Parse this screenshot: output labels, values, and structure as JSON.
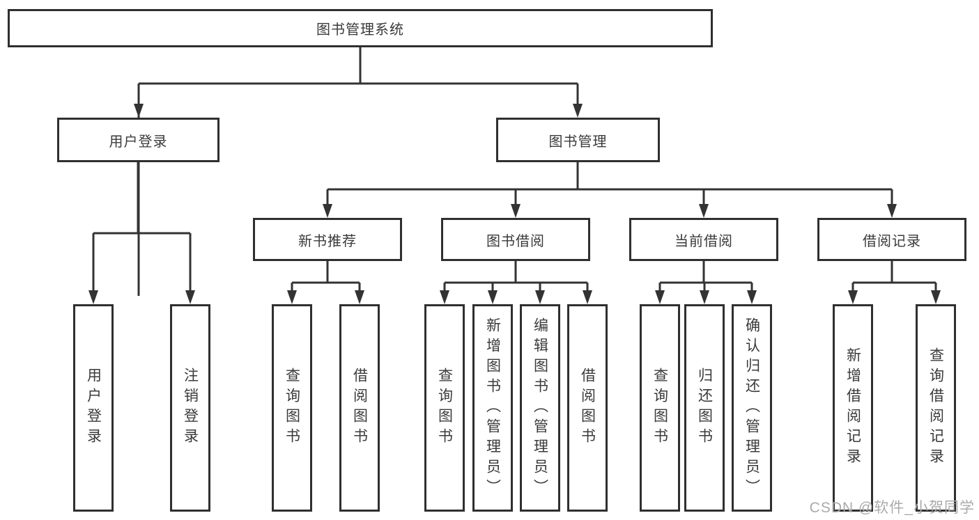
{
  "root": {
    "label": "图书管理系统"
  },
  "user_login": {
    "label": "用户登录",
    "leaves": [
      "用户登录",
      "注销登录"
    ]
  },
  "book_mgmt": {
    "label": "图书管理",
    "sections": [
      {
        "label": "新书推荐",
        "leaves": [
          "查询图书",
          "借阅图书"
        ]
      },
      {
        "label": "图书借阅",
        "leaves": [
          "查询图书",
          "新增图书（管理员）",
          "编辑图书（管理员）",
          "借阅图书"
        ]
      },
      {
        "label": "当前借阅",
        "leaves": [
          "查询图书",
          "归还图书",
          "确认归还（管理员）"
        ]
      },
      {
        "label": "借阅记录",
        "leaves": [
          "新增借阅记录",
          "查询借阅记录"
        ]
      }
    ]
  },
  "watermark": {
    "text": "CSDN @软件_小贺同学",
    "color": "#aaaaaa"
  },
  "colors": {
    "line": "#333333",
    "box_border": "#2f2f2f",
    "box_fill": "#ffffff",
    "text": "#3a3a3a",
    "background": "#ffffff"
  }
}
